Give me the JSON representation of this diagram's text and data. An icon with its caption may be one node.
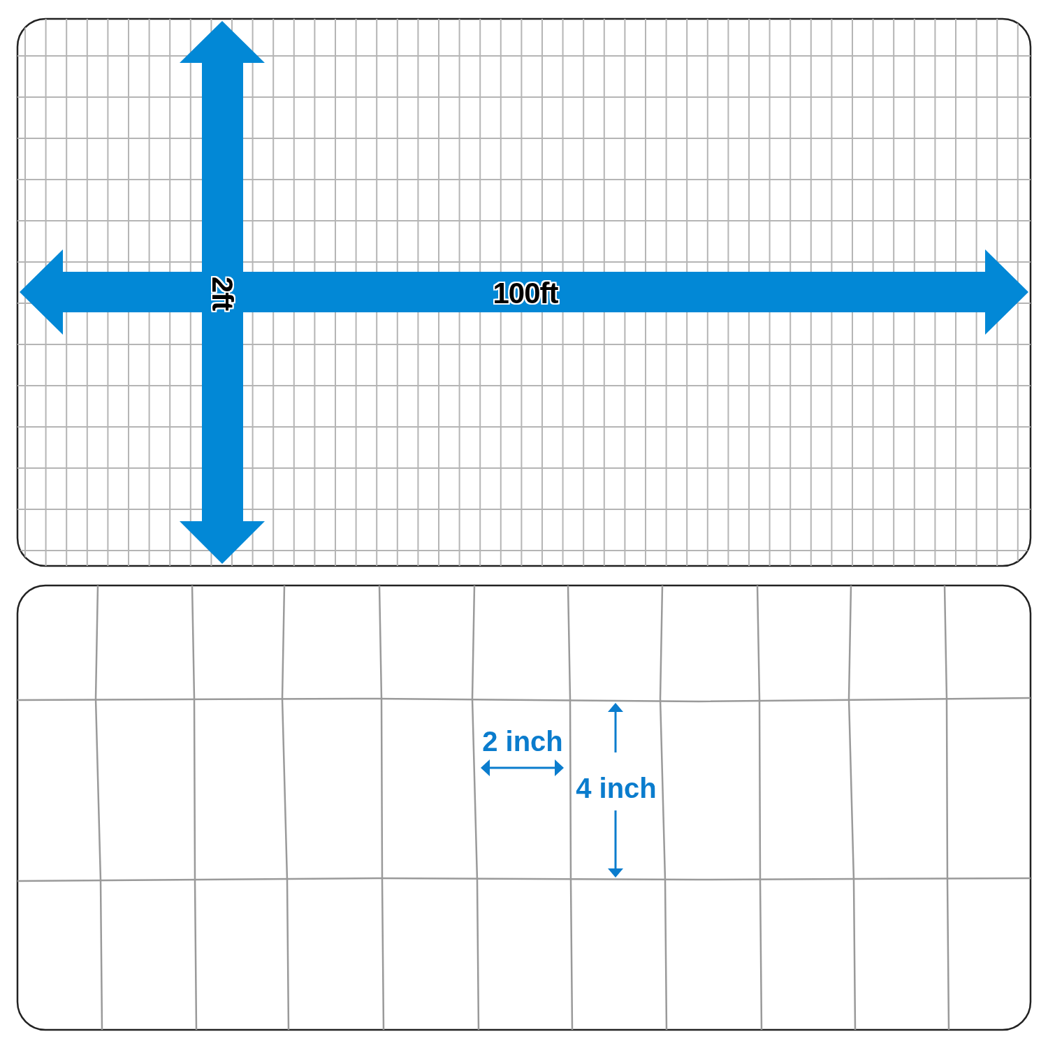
{
  "diagram": {
    "labels": [
      "2ft",
      "100ft",
      "2 inch",
      "4 inch"
    ]
  }
}
